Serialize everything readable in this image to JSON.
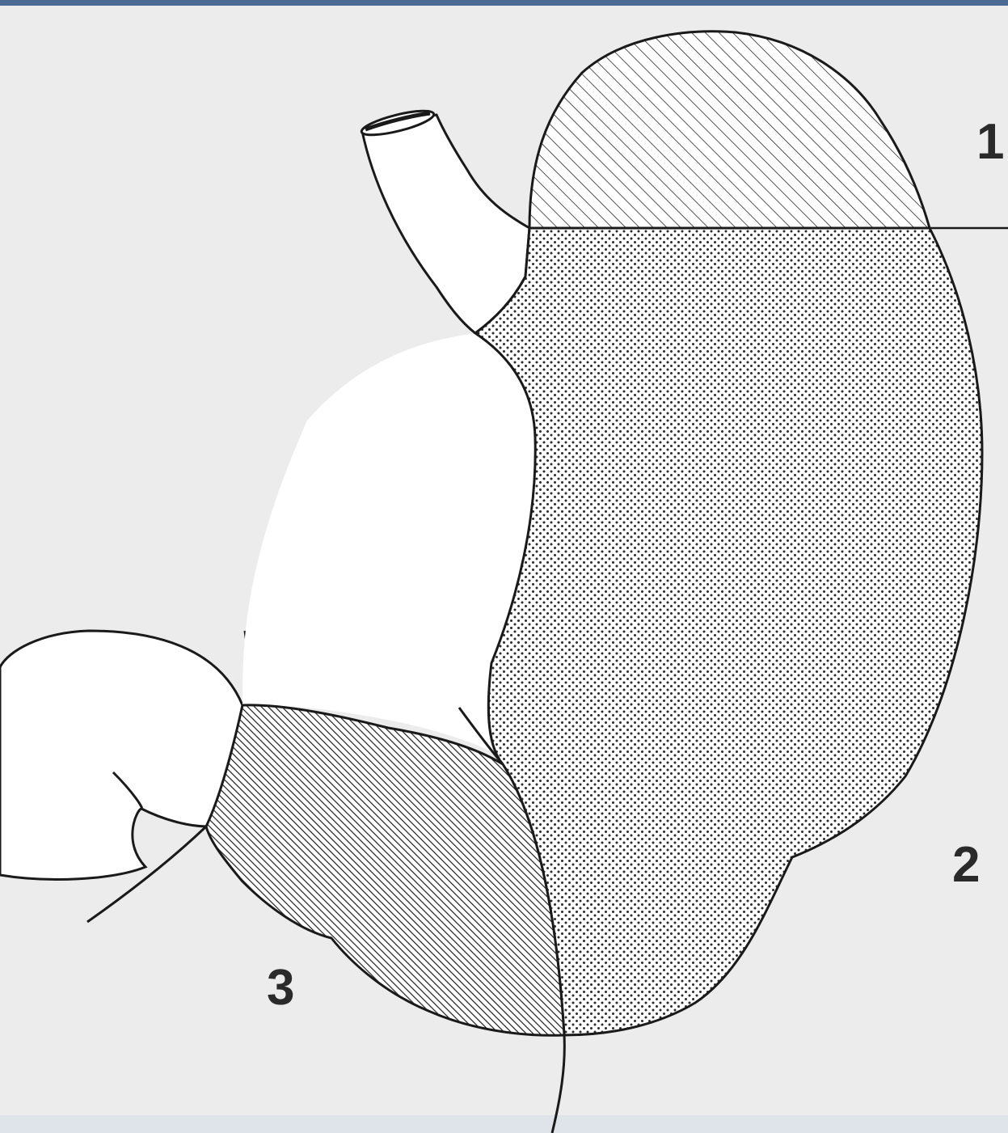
{
  "diagram": {
    "labels": {
      "region_1": "1",
      "region_2": "2",
      "region_3": "3"
    },
    "colors": {
      "background": "#ececec",
      "top_bar": "#4b6a94",
      "outline": "#1a1a1a",
      "fill_white": "#ffffff"
    },
    "patterns": {
      "region_1": "light-diagonal-hatch",
      "region_2": "dot-stipple",
      "region_3": "dense-diagonal-hatch"
    }
  }
}
